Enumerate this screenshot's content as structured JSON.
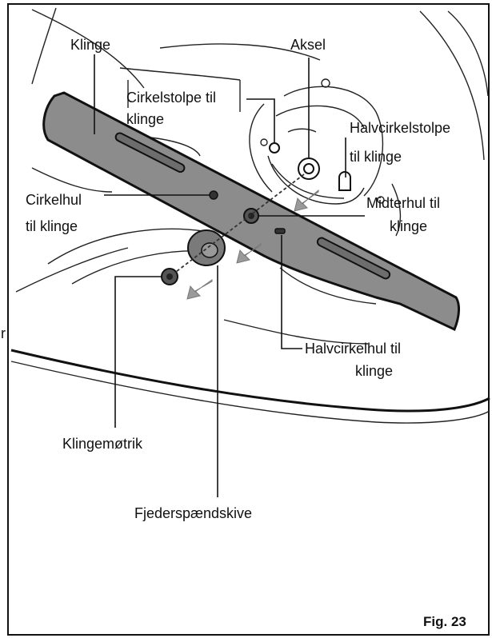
{
  "labels": {
    "klinge": "Klinge",
    "aksel": "Aksel",
    "cirkelstolpe_line1": "Cirkelstolpe til",
    "cirkelstolpe_line2": "klinge",
    "halvcirkelstolpe_line1": "Halvcirkelstolpe",
    "halvcirkelstolpe_line2": "til klinge",
    "cirkelhul_line1": "Cirkelhul",
    "cirkelhul_line2": "til klinge",
    "midterhul_line1": "Midterhul til",
    "midterhul_line2": "klinge",
    "halvcirkelhul_line1": "Halvcirkelhul til",
    "halvcirkelhul_line2": "klinge",
    "klingemotrik": "Klingemøtrik",
    "fjederspaendskive": "Fjederspændskive",
    "edge_fragment": "r"
  },
  "figure_number": "Fig. 23",
  "colors": {
    "blade": "#8c8c8c",
    "outline": "#111111",
    "arrow": "#9a9a9a",
    "washer": "#7a7a7a"
  }
}
